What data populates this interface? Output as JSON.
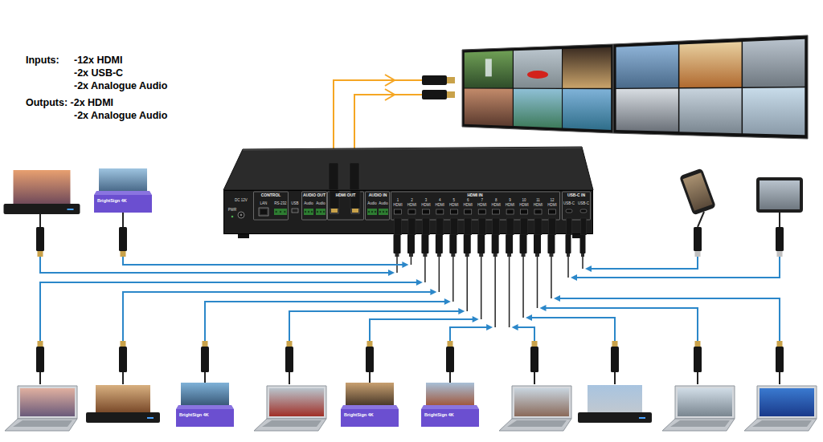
{
  "diagram": {
    "nodes": [
      {
        "text": [
          "PWR",
          "DC 12V",
          "CONTROL",
          "LAN",
          "RS-232",
          "USB",
          "AUDIO OUT",
          "Audio",
          "Audio",
          "HDMI OUT",
          "AUDIO IN",
          "Audio",
          "Audio",
          "HDMI IN",
          "1",
          "HDMI",
          "2",
          "HDMI",
          "3",
          "HDMI",
          "4",
          "HDMI",
          "5",
          "HDMI",
          "6",
          "HDMI",
          "7",
          "HDMI",
          "8",
          "HDMI",
          "9",
          "HDMI",
          "10",
          "HDMI",
          "11",
          "HDMI",
          "12",
          "HDMI",
          "USB-C IN",
          "USB-C",
          "USB-C"
        ]
      }
    ],
    "labels": [
      "Inputs:",
      "-12x HDMI",
      "-2x USB-C",
      "-2x Analogue Audio",
      "Outputs: -2x HDMI",
      "-2x Analogue Audio",
      "BrightSign 4K",
      "BrightSign 4K",
      "BrightSign 4K",
      "BrightSign 4K"
    ]
  }
}
